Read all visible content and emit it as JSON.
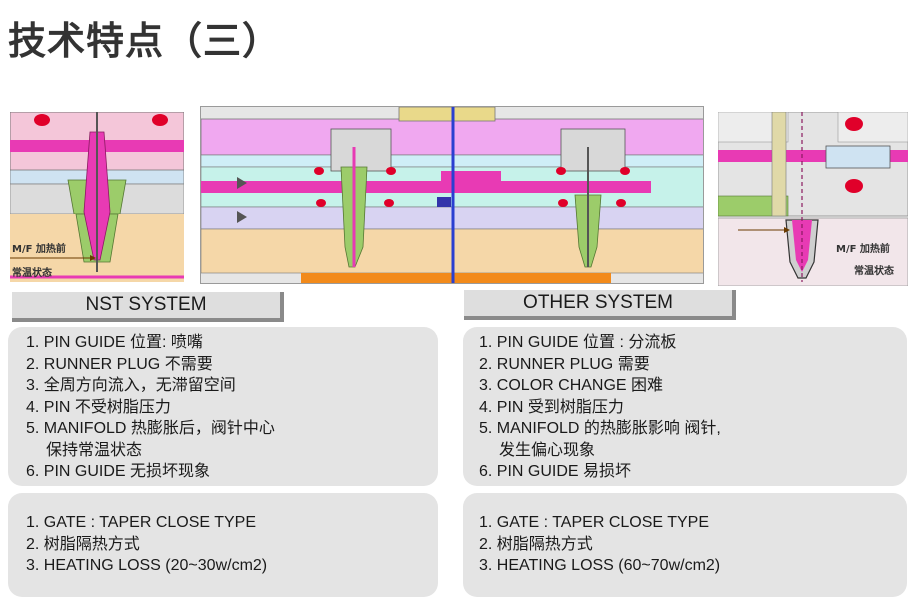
{
  "title": "技术特点（三）",
  "figures": {
    "left": {
      "label_top": "M/F 加热前",
      "label_bottom": "常温状态"
    },
    "right": {
      "label_top": "M/F 加热前",
      "label_bottom": "常温状态"
    }
  },
  "nst": {
    "header": "NST SYSTEM",
    "features": [
      {
        "line": "1. PIN GUIDE 位置: 喷嘴"
      },
      {
        "line": "2. RUNNER PLUG 不需要"
      },
      {
        "line": "3. 全周方向流入，无滞留空间"
      },
      {
        "line": "4. PIN 不受树脂压力"
      },
      {
        "line": "5. MANIFOLD 热膨胀后，阀针中心",
        "cont": "保持常温状态"
      },
      {
        "line": "6. PIN GUIDE 无损坏现象"
      }
    ],
    "specs": [
      "1. GATE : TAPER CLOSE TYPE",
      "2. 树脂隔热方式",
      "3. HEATING LOSS (20~30w/cm2)"
    ]
  },
  "other": {
    "header": "OTHER SYSTEM",
    "features": [
      {
        "line": "1. PIN GUIDE 位置 : 分流板"
      },
      {
        "line": "2. RUNNER PLUG 需要"
      },
      {
        "line": "3. COLOR CHANGE 困难"
      },
      {
        "line": "4. PIN 受到树脂压力"
      },
      {
        "line": "5. MANIFOLD 的热膨胀影响 阀针,",
        "cont": "发生偏心现象"
      },
      {
        "line": "6. PIN GUIDE 易损坏"
      }
    ],
    "specs": [
      "1. GATE : TAPER CLOSE TYPE",
      "2. 树脂隔热方式",
      "3. HEATING LOSS (60~70w/cm2)"
    ]
  },
  "colors": {
    "manifold_pink": "#e83ab4",
    "nozzle_green": "#9ccc6a",
    "plate_orange": "#f5d7a8",
    "plate_pink": "#f4c6d9",
    "highlight_red": "#e0002a",
    "divider_blue": "#2a3fd1"
  }
}
